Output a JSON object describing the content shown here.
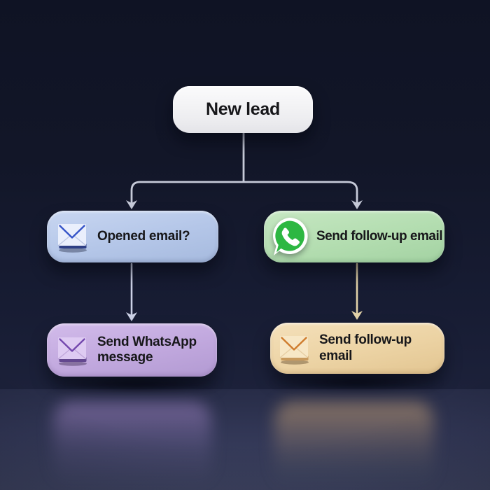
{
  "diagram": {
    "type": "flowchart",
    "nodes": {
      "new_lead": {
        "label": "New lead",
        "fill": "#f1f1f4",
        "icon": null
      },
      "opened_email": {
        "label": "Opened email?",
        "fill": "#b6c8e9",
        "icon": "envelope-icon"
      },
      "whatsapp_followupد": null,
      "whatsapp_followup": {
        "label": "Send follow-up email",
        "fill": "#b6dfb4",
        "icon": "whatsapp-icon"
      },
      "send_whatsapp": {
        "label": "Send WhatsApp message",
        "fill": "#c4ace0",
        "icon": "envelope-icon"
      },
      "send_followup": {
        "label": "Send follow-up email",
        "fill": "#edd5a8",
        "icon": "envelope-icon"
      }
    },
    "edges": [
      {
        "from": "new_lead",
        "to": "opened_email"
      },
      {
        "from": "new_lead",
        "to": "whatsapp_followup"
      },
      {
        "from": "opened_email",
        "to": "send_whatsapp"
      },
      {
        "from": "whatsapp_followup",
        "to": "send_followup"
      }
    ],
    "connector_colors": {
      "trunk": "#c6cad8",
      "left_arrow": "#ccd1e6",
      "right_arrow": "#e2d2a9"
    },
    "icon_colors": {
      "envelope_blue": {
        "body": "#eaeffc",
        "flap": "#3554c8",
        "edge": "#2e3f85",
        "fold": "#9aa8d0"
      },
      "envelope_purple": {
        "body": "#decbf2",
        "flap": "#7448ae",
        "edge": "#63478f",
        "fold": "#a98cc9"
      },
      "envelope_orange": {
        "body": "#f7e7c6",
        "flap": "#cf7c2d",
        "edge": "#c89a5e",
        "fold": "#d9b988"
      },
      "whatsapp": {
        "ring": "#ffffff",
        "bubble": "#2db742",
        "bubble_dark": "#1fa036",
        "phone": "#ffffff"
      }
    },
    "background": {
      "sky_top": "#0f1324",
      "sky_bottom": "#1c213a",
      "floor_top": "#272c47",
      "floor_bottom": "#3d425f"
    }
  }
}
